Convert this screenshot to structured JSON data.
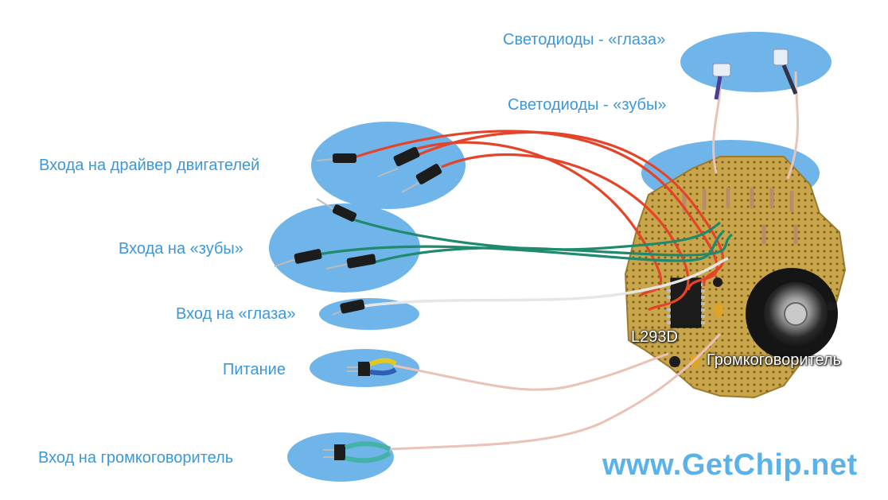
{
  "labels": {
    "eyes_leds": "Светодиоды - «глаза»",
    "teeth_leds": "Светодиоды - «зубы»",
    "motor_driver_inputs": "Входа на драйвер двигателей",
    "teeth_inputs": "Входа на «зубы»",
    "eyes_input": "Вход на «глаза»",
    "power": "Питание",
    "speaker_input": "Вход на громкоговоритель",
    "chip": "L293D",
    "speaker": "Громкоговоритель"
  },
  "watermark": "www.GetChip.net",
  "colors": {
    "label_text": "#3b98d9",
    "highlight_ellipse": "#6fb5ea",
    "pcb": "#c9a64a",
    "wire_red": "#e4442a",
    "wire_green": "#1f8a6e",
    "wire_white": "#e6e6e6",
    "wire_pink": "#e9c2b8",
    "watermark": "#59b3ea"
  }
}
